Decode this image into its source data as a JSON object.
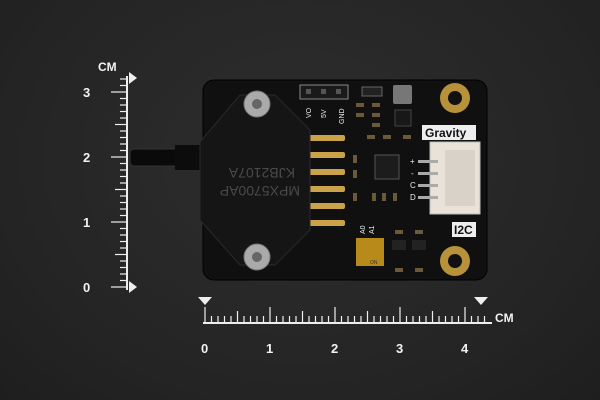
{
  "ruler_vertical": {
    "unit": "CM",
    "labels": [
      "3",
      "2",
      "1",
      "0"
    ]
  },
  "ruler_horizontal": {
    "unit": "CM",
    "labels": [
      "0",
      "1",
      "2",
      "3",
      "4"
    ]
  },
  "board": {
    "sensor_marking_1": "MPX5700AP",
    "sensor_marking_2": "KJB2107A",
    "header_pins": [
      "VO",
      "5V",
      "GND"
    ],
    "gravity_label": "Gravity",
    "i2c_label": "I2C",
    "connector_pins": [
      "+",
      "-",
      "C",
      "D"
    ],
    "address_labels": [
      "A0",
      "A1"
    ],
    "switch_label": "ON",
    "colors": {
      "pcb": "#101010",
      "gold": "#b8923a",
      "connector": "#e8e2d8"
    }
  }
}
